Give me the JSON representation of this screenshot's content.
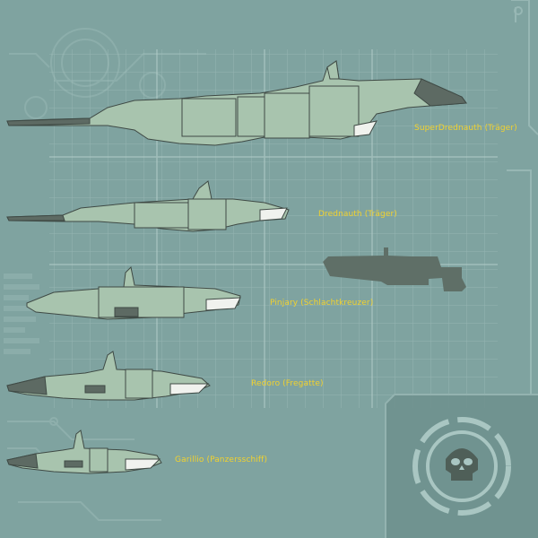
{
  "ships": [
    {
      "id": "superdreadnauth",
      "label": "SuperDrednauth (Träger)"
    },
    {
      "id": "drednauth",
      "label": "Drednauth (Träger)"
    },
    {
      "id": "pinjary",
      "label": "Pinjary (Schlachtkreuzer)"
    },
    {
      "id": "redoro",
      "label": "Redoro (Fregatte)"
    },
    {
      "id": "garillio",
      "label": "Garillio (Panzersschiff)"
    }
  ],
  "colors": {
    "background": "#7fa3a0",
    "grid": "#a9c6c2",
    "hull": "#a8c4ae",
    "hull_dark": "#5d6a63",
    "silhouette": "#5f6f67",
    "label": "#f2d22e",
    "panel": "#6f918e"
  },
  "icons": {
    "emblem": "skull-icon",
    "silhouette": "ship-silhouette-icon"
  }
}
